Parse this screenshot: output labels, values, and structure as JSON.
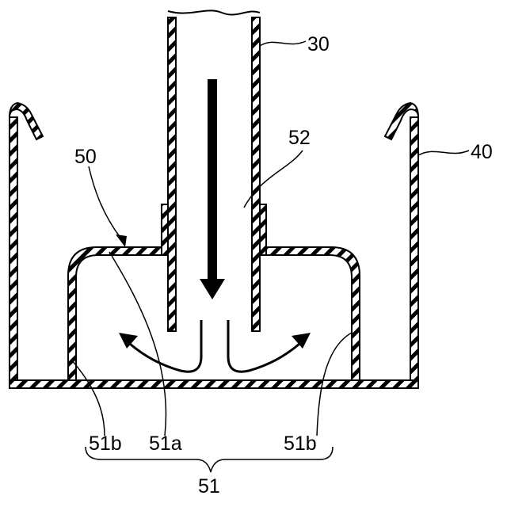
{
  "labels": {
    "pipe": "30",
    "container": "40",
    "cap": "50",
    "cap_assembly": "51",
    "cap_top": "51a",
    "cap_side_left": "51b",
    "cap_side_right": "51b",
    "pipe_junction": "52"
  },
  "arrow_icons": [
    "down-arrow-icon",
    "curved-arrow-left-icon",
    "curved-arrow-right-icon"
  ]
}
